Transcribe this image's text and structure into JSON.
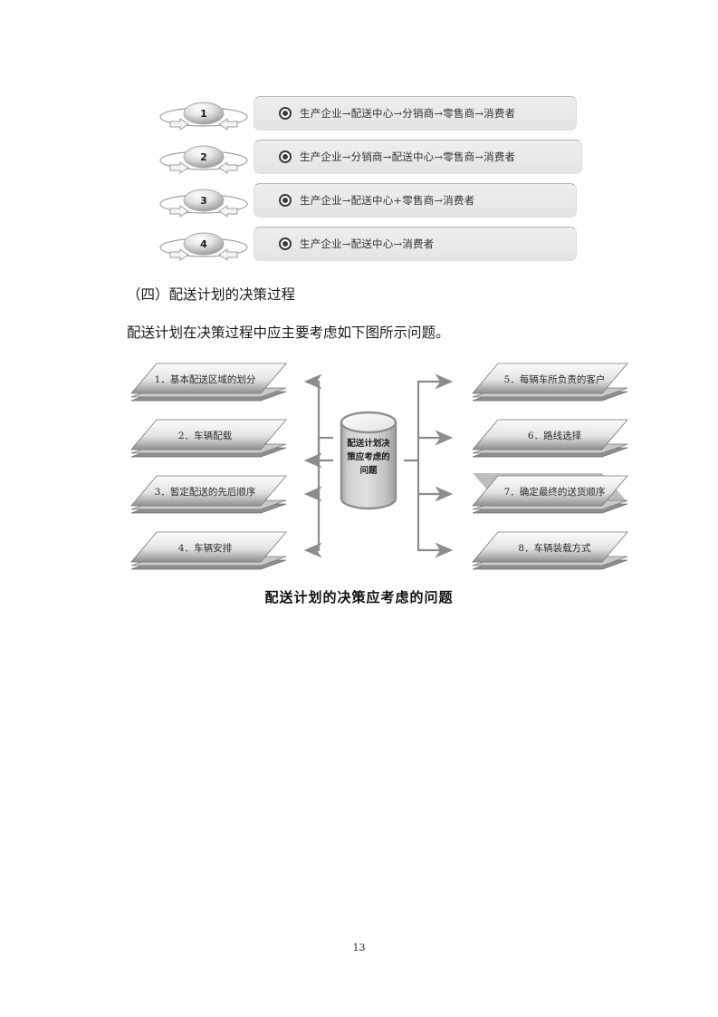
{
  "page": {
    "number": "13",
    "background": "#ffffff"
  },
  "channel_list": {
    "items": [
      {
        "number": "1",
        "bullet": "bullseye-bullet-icon",
        "text": "生产企业→配送中心→分销商→零售商→消费者"
      },
      {
        "number": "2",
        "bullet": "bullseye-bullet-icon",
        "text": "生产企业→分销商→配送中心→零售商→消费者"
      },
      {
        "number": "3",
        "bullet": "bullseye-bullet-icon",
        "text": "生产企业→配送中心+零售商→消费者"
      },
      {
        "number": "4",
        "bullet": "bullseye-bullet-icon",
        "text": "生产企业→配送中心→消费者"
      }
    ]
  },
  "section": {
    "heading": "（四）配送计划的决策过程",
    "paragraph": "配送计划在决策过程中应主要考虑如下图所示问题。"
  },
  "diagram": {
    "center": {
      "shape": "cylinder",
      "lines": [
        "配送计划决",
        "策应考虑的",
        "问题"
      ]
    },
    "left_items": [
      {
        "label": "1．基本配送区域的划分"
      },
      {
        "label": "2．车辆配载"
      },
      {
        "label": "3．暂定配送的先后顺序"
      },
      {
        "label": "4．车辆安排"
      }
    ],
    "right_items": [
      {
        "label": "5．每辆车所负责的客户"
      },
      {
        "label": "6．路线选择"
      },
      {
        "label": "7．确定最终的送货顺序",
        "highlighted": true
      },
      {
        "label": "8．车辆装载方式"
      }
    ],
    "caption": "配送计划的决策应考虑的问题",
    "colors": {
      "connector": "#8c8c8c",
      "plate_light": "#f2f2f2",
      "plate_dark": "#9b9b9b",
      "cylinder_body": "#d6d6d6",
      "highlight": "#bdbdbd"
    }
  }
}
